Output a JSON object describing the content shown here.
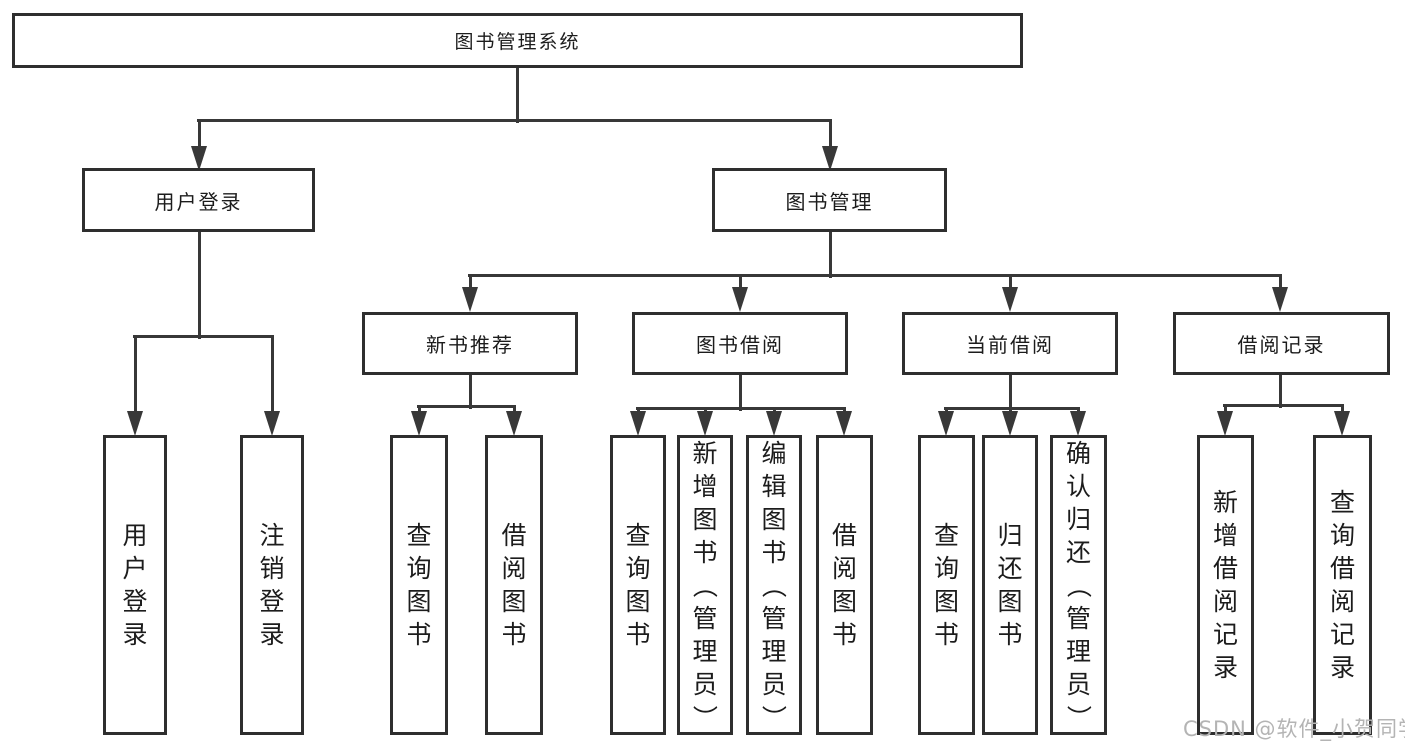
{
  "diagram": {
    "root": {
      "label": "图书管理系统",
      "children": [
        {
          "label": "用户登录",
          "children": [
            {
              "label": "用户登录"
            },
            {
              "label": "注销登录"
            }
          ]
        },
        {
          "label": "图书管理",
          "children": [
            {
              "label": "新书推荐",
              "children": [
                {
                  "label": "查询图书"
                },
                {
                  "label": "借阅图书"
                }
              ]
            },
            {
              "label": "图书借阅",
              "children": [
                {
                  "label": "查询图书"
                },
                {
                  "label": "新增图书（管理员）"
                },
                {
                  "label": "编辑图书（管理员）"
                },
                {
                  "label": "借阅图书"
                }
              ]
            },
            {
              "label": "当前借阅",
              "children": [
                {
                  "label": "查询图书"
                },
                {
                  "label": "归还图书"
                },
                {
                  "label": "确认归还（管理员）"
                }
              ]
            },
            {
              "label": "借阅记录",
              "children": [
                {
                  "label": "新增借阅记录"
                },
                {
                  "label": "查询借阅记录"
                }
              ]
            }
          ]
        }
      ]
    }
  },
  "watermark": {
    "text": "CSDN @软件_小贺同学"
  },
  "colors": {
    "line": "#383838",
    "border": "#2e2e2e",
    "text": "#1c1c1c",
    "background": "#ffffff",
    "watermark": "#b4b4b4"
  }
}
